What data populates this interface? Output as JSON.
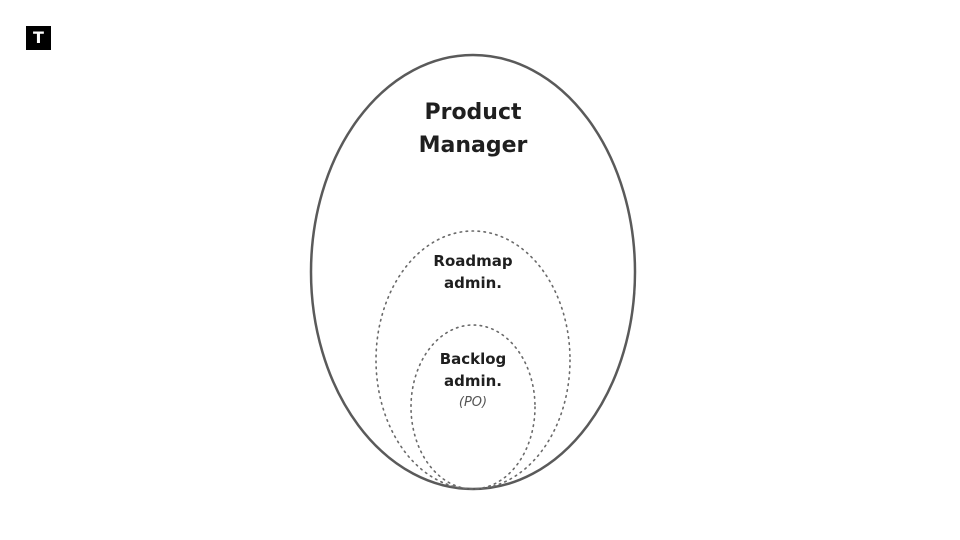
{
  "logo": {
    "text": "T"
  },
  "diagram": {
    "outer": {
      "line1": "Product",
      "line2": "Manager"
    },
    "middle": {
      "line1": "Roadmap",
      "line2": "admin."
    },
    "inner": {
      "line1": "Backlog",
      "line2": "admin.",
      "note": "(PO)"
    },
    "colors": {
      "outer_stroke": "#5a5a5a",
      "dotted_stroke": "#6a6a6a",
      "text": "#1f1f1f",
      "logo_bg": "#000000"
    }
  }
}
